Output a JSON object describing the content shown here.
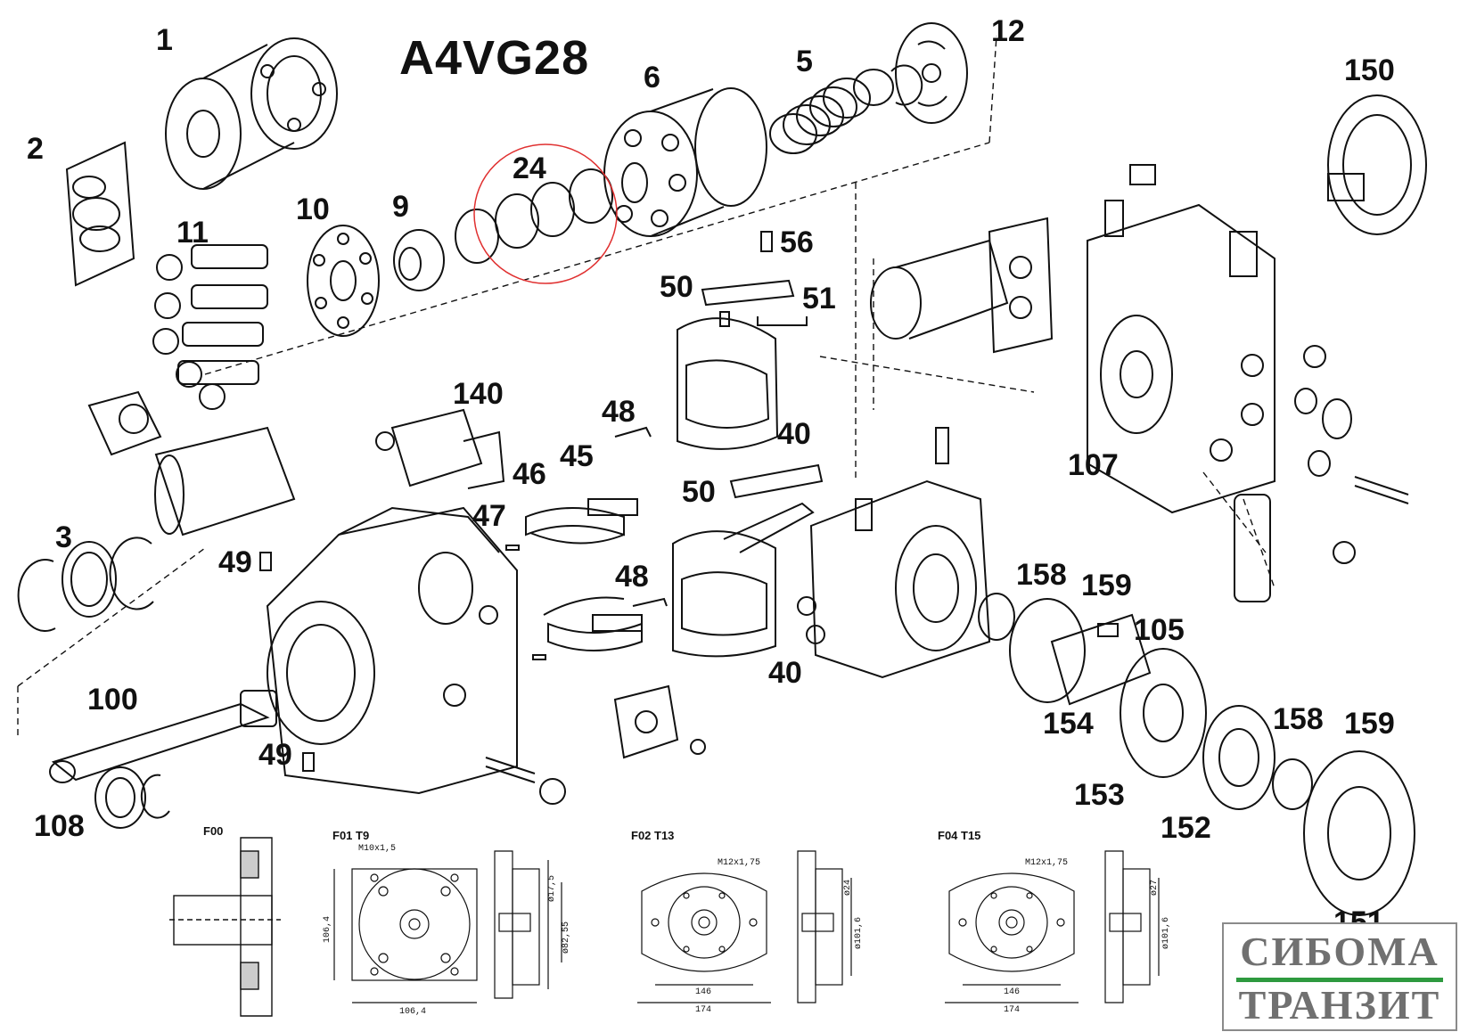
{
  "title": "A4VG28",
  "parts": [
    {
      "id": "p1",
      "label": "1"
    },
    {
      "id": "p2",
      "label": "2"
    },
    {
      "id": "p3",
      "label": "3"
    },
    {
      "id": "p5",
      "label": "5"
    },
    {
      "id": "p6",
      "label": "6"
    },
    {
      "id": "p9",
      "label": "9"
    },
    {
      "id": "p10",
      "label": "10"
    },
    {
      "id": "p11",
      "label": "11"
    },
    {
      "id": "p12",
      "label": "12"
    },
    {
      "id": "p24",
      "label": "24"
    },
    {
      "id": "p40a",
      "label": "40"
    },
    {
      "id": "p40b",
      "label": "40"
    },
    {
      "id": "p45",
      "label": "45"
    },
    {
      "id": "p46",
      "label": "46"
    },
    {
      "id": "p47",
      "label": "47"
    },
    {
      "id": "p48a",
      "label": "48"
    },
    {
      "id": "p48b",
      "label": "48"
    },
    {
      "id": "p49a",
      "label": "49"
    },
    {
      "id": "p49b",
      "label": "49"
    },
    {
      "id": "p50a",
      "label": "50"
    },
    {
      "id": "p50b",
      "label": "50"
    },
    {
      "id": "p51",
      "label": "51"
    },
    {
      "id": "p56",
      "label": "56"
    },
    {
      "id": "p100",
      "label": "100"
    },
    {
      "id": "p105",
      "label": "105"
    },
    {
      "id": "p107",
      "label": "107"
    },
    {
      "id": "p108",
      "label": "108"
    },
    {
      "id": "p140",
      "label": "140"
    },
    {
      "id": "p150",
      "label": "150"
    },
    {
      "id": "p151",
      "label": "151"
    },
    {
      "id": "p152",
      "label": "152"
    },
    {
      "id": "p153",
      "label": "153"
    },
    {
      "id": "p154",
      "label": "154"
    },
    {
      "id": "p158a",
      "label": "158"
    },
    {
      "id": "p158b",
      "label": "158"
    },
    {
      "id": "p159a",
      "label": "159"
    },
    {
      "id": "p159b",
      "label": "159"
    }
  ],
  "variants": {
    "f00": {
      "name": "F00"
    },
    "f01": {
      "name": "F01 T9",
      "thread": "M10x1,5",
      "dim_width": "106,4",
      "dim_height": "106,4",
      "dia_small": "ø17,5",
      "dia_large": "ø82,55"
    },
    "f02": {
      "name": "F02 T13",
      "thread": "M12x1,75",
      "dim_inner": "146",
      "dim_outer": "174",
      "dia_small": "ø24",
      "dia_large": "ø101,6"
    },
    "f04": {
      "name": "F04 T15",
      "thread": "M12x1,75",
      "dim_inner": "146",
      "dim_outer": "174",
      "dia_small": "ø27",
      "dia_large": "ø101,6"
    }
  },
  "logo": {
    "line1": "СИБОМА",
    "line2": "ТРАНЗИТ",
    "accent": "#2e9a3f",
    "text_color": "#707070"
  },
  "highlight_color": "#e03030"
}
